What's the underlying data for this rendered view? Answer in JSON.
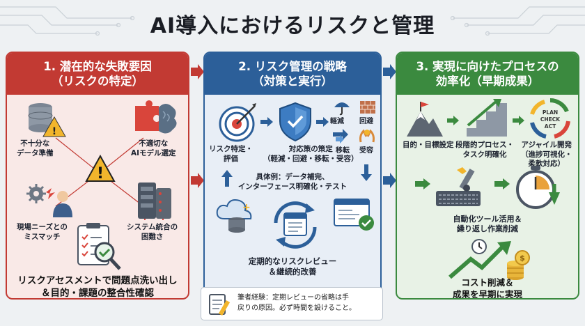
{
  "title": "AI導入におけるリスクと管理",
  "colors": {
    "red": "#c23a33",
    "blue": "#2c5f99",
    "green": "#3b8a3f"
  },
  "panel1": {
    "heading_line1": "1. 潜在的な失敗要因",
    "heading_line2": "（リスクの特定）",
    "items": [
      {
        "line1": "不十分な",
        "line2": "データ準備",
        "icon": "database-warning-icon"
      },
      {
        "line1": "不適切な",
        "line2": "AIモデル選定",
        "icon": "puzzle-brain-icon"
      },
      {
        "line1": "現場ニーズとの",
        "line2": "ミスマッチ",
        "icon": "gear-person-icon"
      },
      {
        "line1": "システム統合の",
        "line2": "困難さ",
        "icon": "server-rack-icon"
      }
    ],
    "footer_line1": "リスクアセスメントで問題点洗い出し",
    "footer_line2": "＆目的・課題の整合性確認"
  },
  "panel2": {
    "heading_line1": "2. リスク管理の戦略",
    "heading_line2": "（対策と実行）",
    "step_identify_line1": "リスク特定・",
    "step_identify_line2": "評価",
    "step_plan_line1": "対応策の策定",
    "step_plan_line2": "（軽減・回避・移転・受容）",
    "actions": [
      "軽減",
      "回避",
      "移転",
      "受容"
    ],
    "example_line1": "具体例：データ補完、",
    "example_line2": "インターフェース明確化・テスト",
    "review_line1": "定期的なリスクレビュー",
    "review_line2": "＆継続的改善"
  },
  "panel3": {
    "heading_line1": "3. 実現に向けたプロセスの",
    "heading_line2": "効率化（早期成果）",
    "goal": "目的・目標設定",
    "stepwise_line1": "段階的プロセス・",
    "stepwise_line2": "タスク明確化",
    "agile_line1": "アジャイル開発",
    "agile_line2": "（進捗可視化・",
    "agile_line3": "柔軟対応）",
    "cycle": [
      "PLAN",
      "CHECK",
      "ACT"
    ],
    "automation_line1": "自動化ツール活用＆",
    "automation_line2": "繰り返し作業削減",
    "result_line1": "コスト削減＆",
    "result_line2": "成果を早期に実現"
  },
  "note": {
    "line1": "筆者経験：定期レビューの省略は手",
    "line2": "戻りの原因。必ず時間を設けること。"
  }
}
